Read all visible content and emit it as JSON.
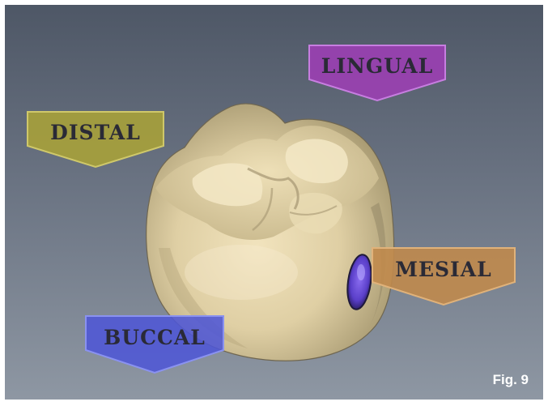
{
  "labels": {
    "lingual": "LINGUAL",
    "distal": "DISTAL",
    "mesial": "MESIAL",
    "buccal": "BUCCAL"
  },
  "figure_label": "Fig. 9",
  "colors": {
    "lingual": "#9b3fb3",
    "distal": "#a7a13a",
    "mesial": "#c08a4c",
    "buccal": "#4e57d6",
    "tooth": "#dfcfa4",
    "contact_mark": "#5a3fc9"
  },
  "icons": {
    "tooth": "molar-tooth-illustration",
    "contact": "mesial-contact-marker"
  }
}
